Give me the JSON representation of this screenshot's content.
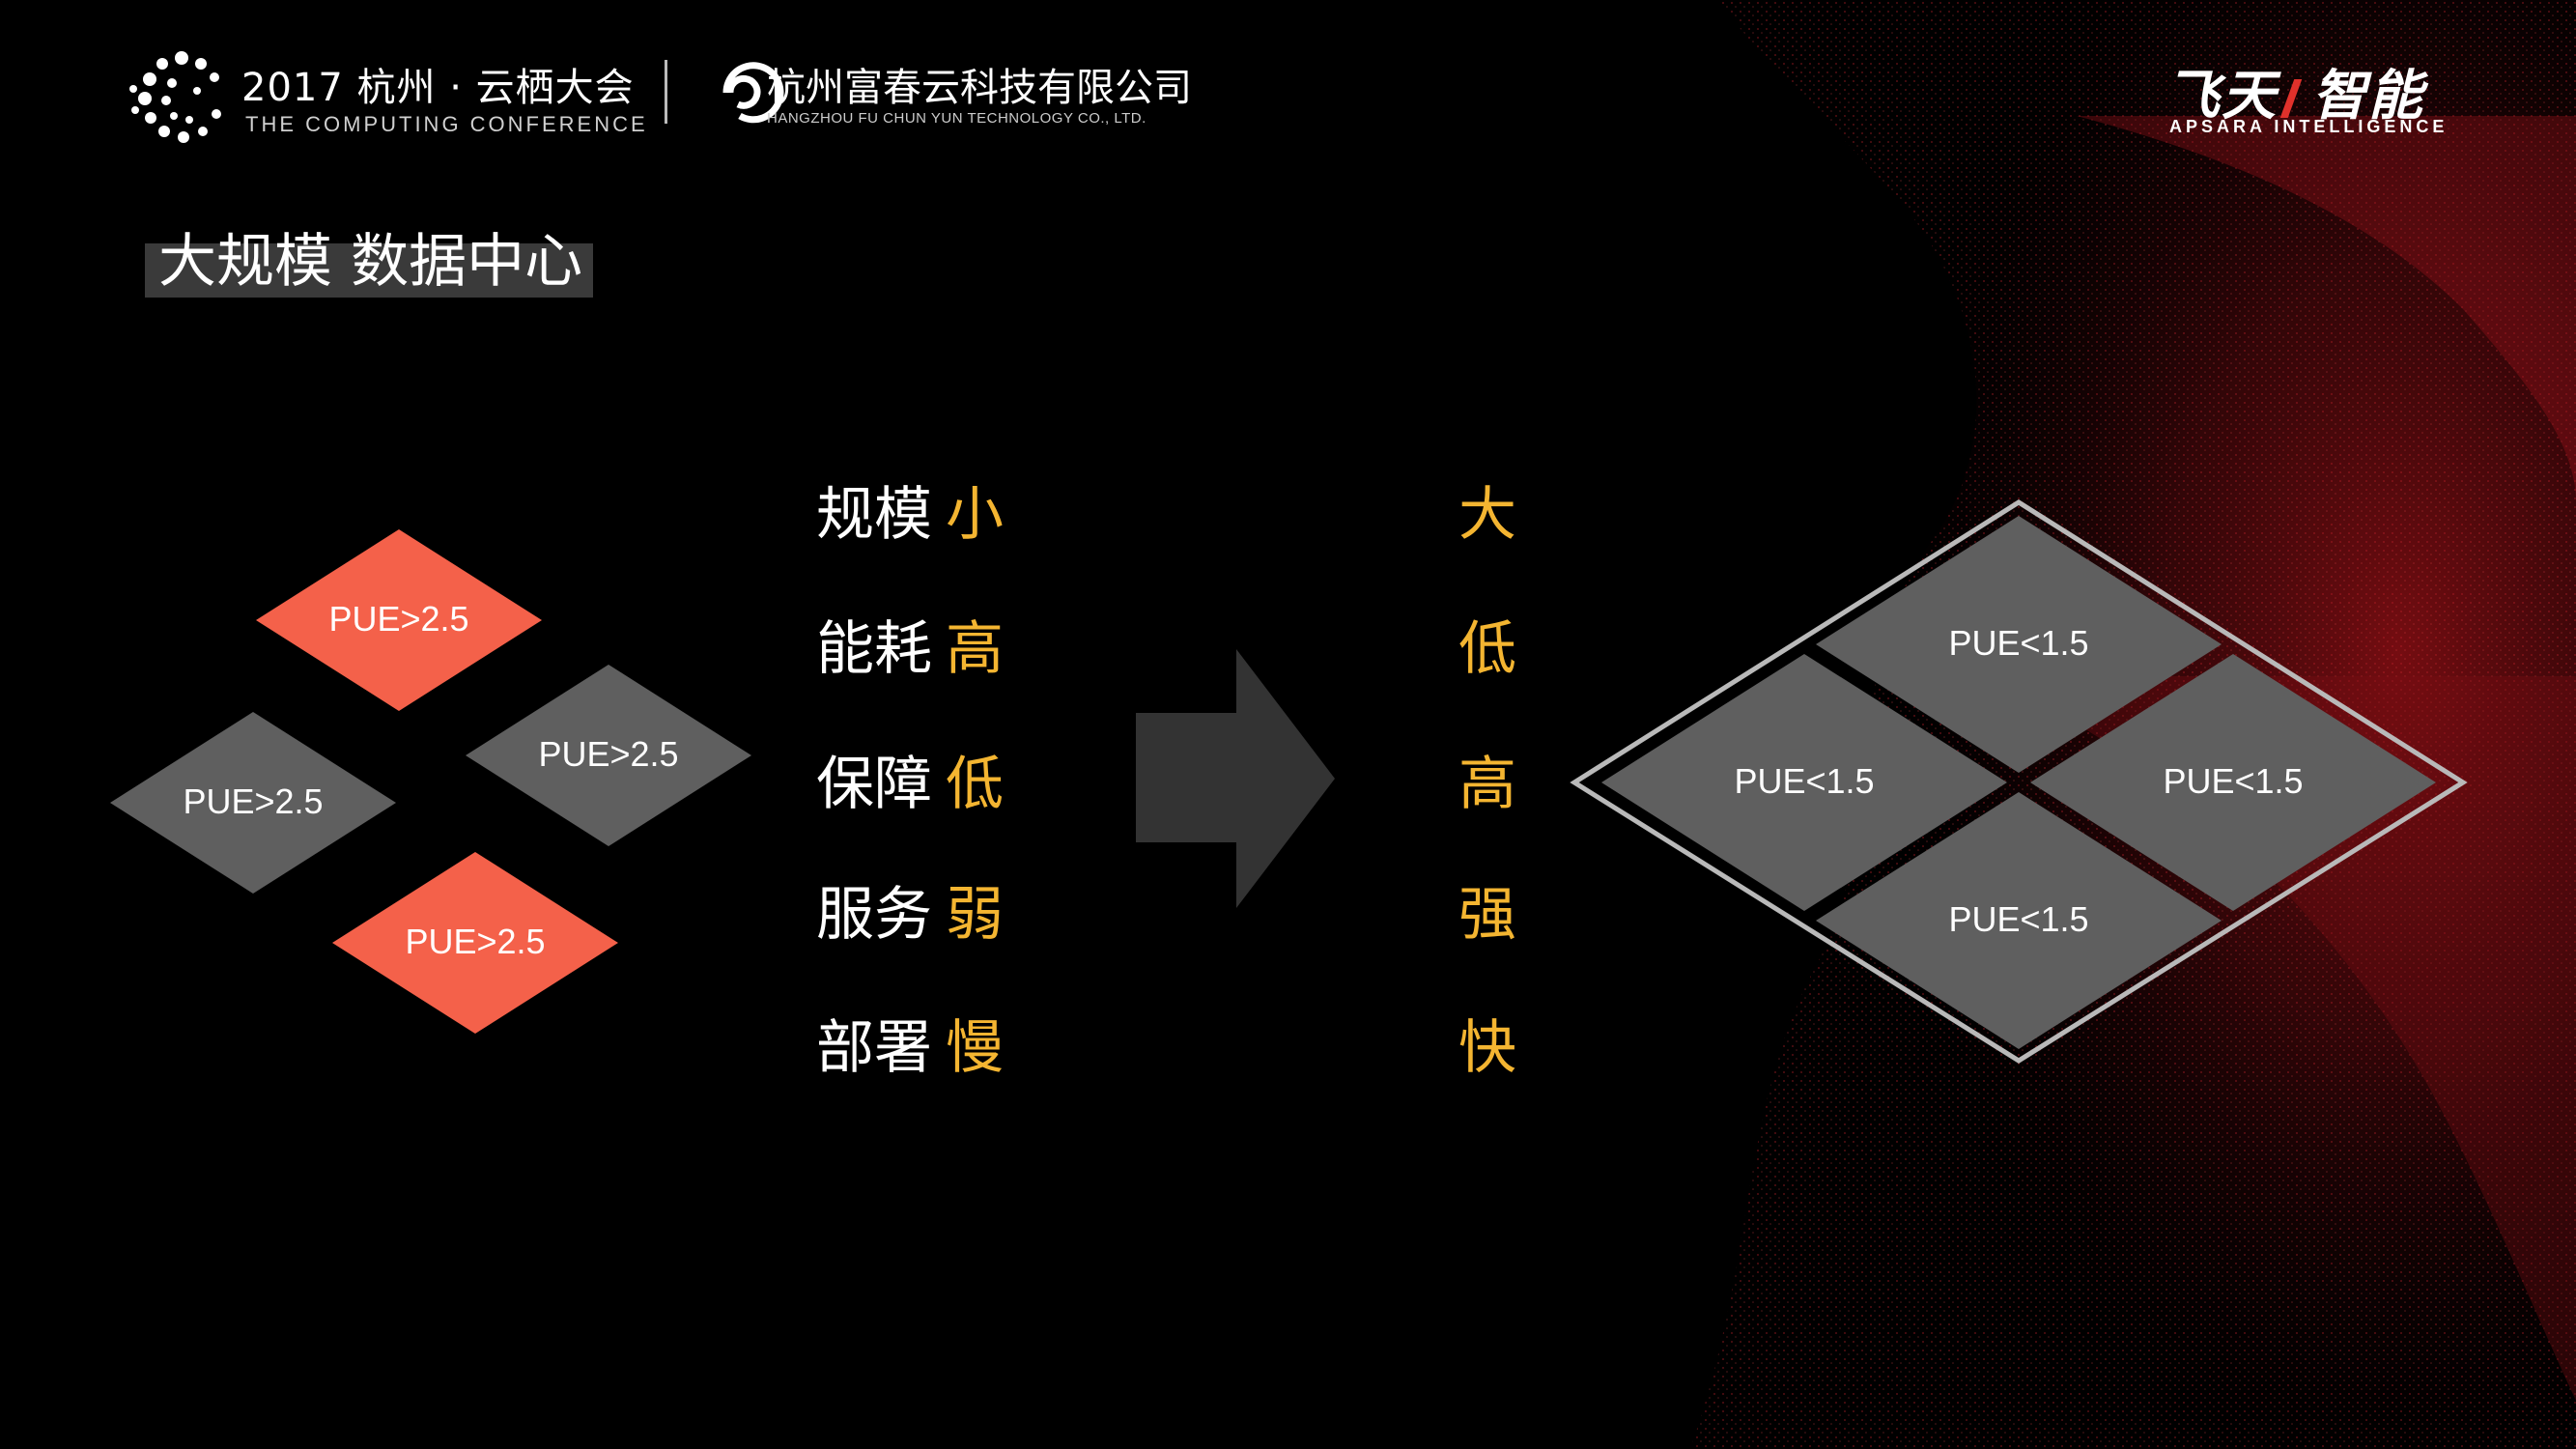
{
  "header": {
    "conference_year": "2017 杭州 · 云栖大会",
    "conference_sub": "THE COMPUTING CONFERENCE",
    "company_name": "杭州富春云科技有限公司",
    "company_sub": "HANGZHOU FU CHUN YUN TECHNOLOGY CO., LTD.",
    "brand_cn_left": "飞天",
    "brand_cn_right": "智能",
    "brand_en": "APSARA INTELLIGENCE"
  },
  "slide": {
    "title": "大规模 数据中心"
  },
  "left_cluster": {
    "labels": [
      "PUE>2.5",
      "PUE>2.5",
      "PUE>2.5",
      "PUE>2.5"
    ]
  },
  "comparison": {
    "rows": [
      {
        "label": "规模",
        "before": "小",
        "after": "大"
      },
      {
        "label": "能耗",
        "before": "高",
        "after": "低"
      },
      {
        "label": "保障",
        "before": "低",
        "after": "高"
      },
      {
        "label": "服务",
        "before": "弱",
        "after": "强"
      },
      {
        "label": "部署",
        "before": "慢",
        "after": "快"
      }
    ]
  },
  "right_cluster": {
    "labels": [
      "PUE<1.5",
      "PUE<1.5",
      "PUE<1.5",
      "PUE<1.5"
    ]
  },
  "colors": {
    "accent": "#f4b531",
    "orange": "#f4614a",
    "gray_diamond": "#5f5f5f",
    "background": "#000000",
    "brand_red": "#e0312b"
  }
}
